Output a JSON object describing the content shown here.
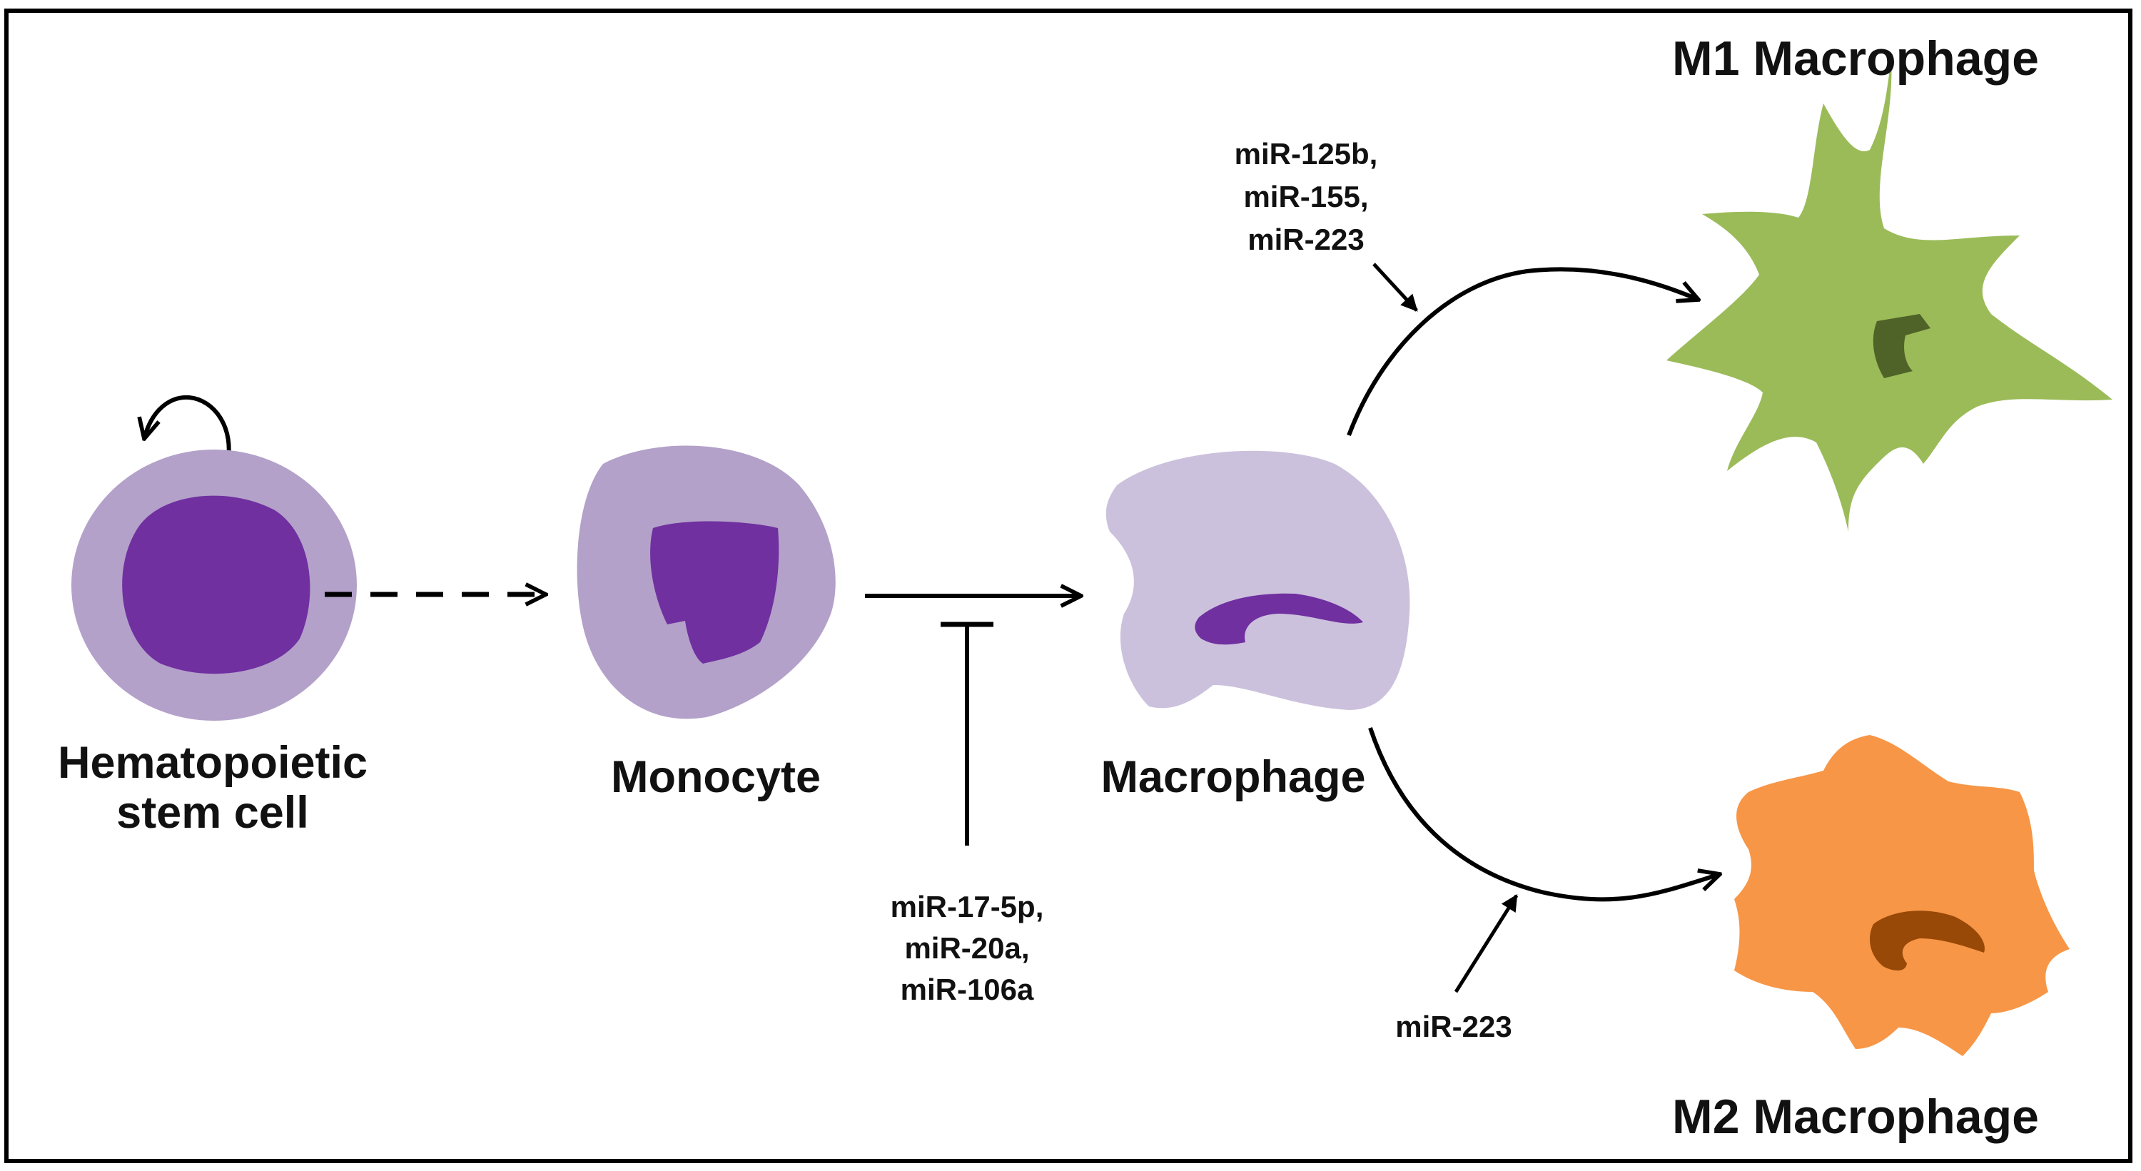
{
  "cells": {
    "stem": {
      "label_line1": "Hematopoietic",
      "label_line2": "stem cell"
    },
    "monocyte": {
      "label": "Monocyte"
    },
    "macrophage": {
      "label": "Macrophage"
    },
    "m1": {
      "label": "M1 Macrophage"
    },
    "m2": {
      "label": "M2 Macrophage"
    }
  },
  "mirnas": {
    "inhibit_monocyte_to_macrophage": [
      "miR-17-5p,",
      "miR-20a,",
      "miR-106a"
    ],
    "promote_m1": [
      "miR-125b,",
      "miR-155,",
      "miR-223"
    ],
    "promote_m2": [
      "miR-223"
    ]
  },
  "colors": {
    "stem_cytoplasm": "#b3a1c9",
    "nucleus": "#7030a0",
    "monocyte_cytoplasm": "#b3a1c9",
    "macrophage_cytoplasm": "#ccc1dc",
    "m1_body": "#9bbb59",
    "m1_nucleus": "#4f6228",
    "m2_body": "#f79646",
    "m2_nucleus": "#984807"
  }
}
